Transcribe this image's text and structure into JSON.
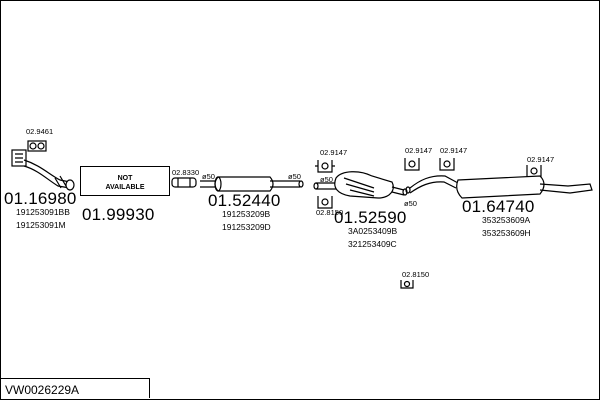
{
  "diagram": {
    "code": "VW0026229A",
    "not_available": [
      "NOT",
      "AVAILABLE"
    ],
    "parts": [
      {
        "number": "01.16980",
        "refs": [
          "191253091BB",
          "191253091M"
        ]
      },
      {
        "number": "01.99930",
        "refs": []
      },
      {
        "number": "01.52440",
        "refs": [
          "191253209B",
          "191253209D"
        ]
      },
      {
        "number": "01.52590",
        "refs": [
          "3A0253409B",
          "321253409C"
        ]
      },
      {
        "number": "01.64740",
        "refs": [
          "353253609A",
          "353253609H"
        ]
      }
    ],
    "fittings": [
      "02.9461",
      "02.8330",
      "02.9147",
      "02.8150",
      "02.9147",
      "02.8150",
      "02.9147",
      "02.9147"
    ],
    "diameters": [
      "ø50",
      "ø50",
      "ø50",
      "ø50"
    ]
  }
}
